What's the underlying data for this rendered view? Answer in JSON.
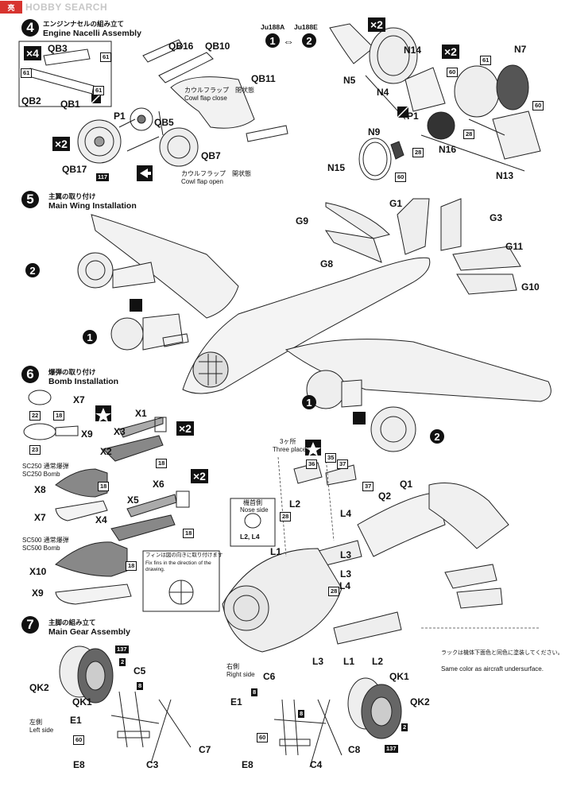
{
  "watermark": {
    "logo": "亮",
    "text": "HOBBY SEARCH"
  },
  "variants": {
    "ju188a_label": "Ju188A",
    "ju188e_label": "Ju188E",
    "a_num": "1",
    "e_num": "2"
  },
  "step4": {
    "num": "4",
    "title_jp": "エンジンナセルの組み立て",
    "title_en": "Engine Nacelli Assembly",
    "parts": {
      "qb3": "QB3",
      "qb2": "QB2",
      "qb1": "QB1",
      "qb16": "QB16",
      "qb10": "QB10",
      "qb11": "QB11",
      "p1": "P1",
      "qb5": "QB5",
      "qb17": "QB17",
      "qb7": "QB7",
      "n5": "N5",
      "n4": "N4",
      "n14": "N14",
      "n7": "N7",
      "n9": "N9",
      "n16": "N16",
      "n15": "N15",
      "n13": "N13"
    },
    "mult_x4": "×4",
    "mult_x2a": "×2",
    "mult_x2b": "×2",
    "mult_x2c": "×2",
    "cowl_close_jp": "カウルフラップ　閉状態",
    "cowl_close_en": "Cowl flap close",
    "cowl_open_jp": "カウルフラップ　開状態",
    "cowl_open_en": "Cowl flap open",
    "colors": {
      "c61": "61",
      "c117": "117",
      "c60": "60",
      "c28": "28"
    }
  },
  "step5": {
    "num": "5",
    "title_jp": "主翼の取り付け",
    "title_en": "Main Wing Installation",
    "parts": {
      "g1": "G1",
      "g3": "G3",
      "g9": "G9",
      "g8": "G8",
      "g11": "G11",
      "g10": "G10"
    }
  },
  "step6": {
    "num": "6",
    "title_jp": "爆弾の取り付け",
    "title_en": "Bomb Installation",
    "parts": {
      "x7": "X7",
      "x9": "X9",
      "x1": "X1",
      "x3": "X3",
      "x2": "X2",
      "x8": "X8",
      "x7b": "X7",
      "x6": "X6",
      "x5": "X5",
      "x4": "X4",
      "x10": "X10",
      "x9b": "X9"
    },
    "sc250_jp": "SC250 通常爆弾",
    "sc250_en": "SC250 Bomb",
    "sc500_jp": "SC500 通常爆弾",
    "sc500_en": "SC500 Bomb",
    "fin_note_jp": "フィンは図の向きに取り付けます",
    "fin_note_en": "Fix fins in the direction of the drawing.",
    "three_places_jp": "3ヶ所",
    "three_places_en": "Three places",
    "nose_jp": "機首側",
    "nose_en": "Nose side",
    "l2l4": "L2, L4",
    "mount_parts": {
      "l2": "L2",
      "l4": "L4",
      "l1": "L1",
      "l3": "L3",
      "l3b": "L3",
      "l4b": "L4",
      "l3c": "L3",
      "l1b": "L1",
      "l2b": "L2",
      "q2": "Q2",
      "q1": "Q1"
    },
    "rack_note_jp": "ラックは機体下面色と同色に塗装してください。",
    "rack_note_en": "Same color as aircraft undersurface.",
    "colors": {
      "c22": "22",
      "c18": "18",
      "c23": "23",
      "c36": "36",
      "c35": "35",
      "c37": "37"
    }
  },
  "step7": {
    "num": "7",
    "title_jp": "主脚の組み立て",
    "title_en": "Main Gear Assembly",
    "left_jp": "左側",
    "left_en": "Left side",
    "right_jp": "右側",
    "right_en": "Right side",
    "parts": {
      "qk2": "QK2",
      "qk1": "QK1",
      "c5": "C5",
      "e1": "E1",
      "e8": "E8",
      "c3": "C3",
      "c7": "C7",
      "c6": "C6",
      "e1b": "E1",
      "e8b": "E8",
      "c4": "C4",
      "c8": "C8",
      "qk1b": "QK1",
      "qk2b": "QK2"
    },
    "colors": {
      "c137": "137",
      "c2": "2",
      "c8": "8",
      "c60": "60"
    }
  }
}
